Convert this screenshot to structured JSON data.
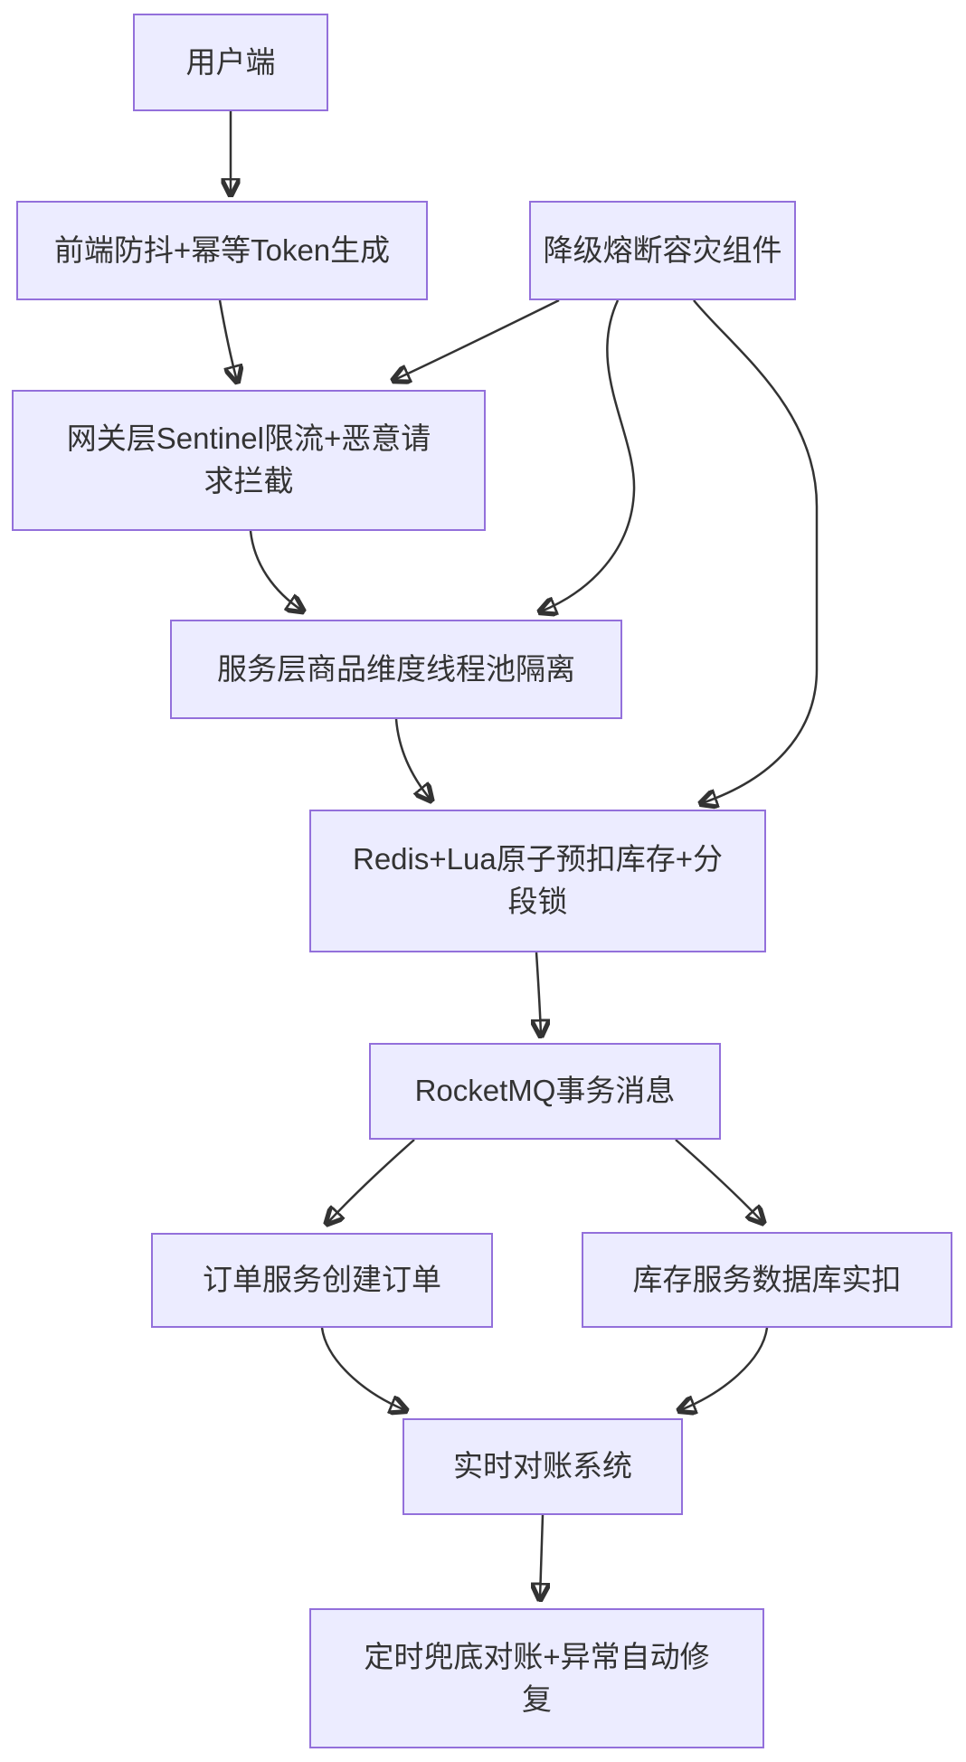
{
  "diagram": {
    "type": "flowchart",
    "direction": "top-down",
    "nodes": {
      "client": {
        "label": "用户端"
      },
      "debounce": {
        "label": "前端防抖+幂等Token生成"
      },
      "fallback": {
        "label": "降级熔断容灾组件"
      },
      "gateway": {
        "label": "网关层Sentinel限流+恶意请求拦截"
      },
      "service": {
        "label": "服务层商品维度线程池隔离"
      },
      "redis": {
        "label": "Redis+Lua原子预扣库存+分段锁"
      },
      "mq": {
        "label": "RocketMQ事务消息"
      },
      "order": {
        "label": "订单服务创建订单"
      },
      "stock": {
        "label": "库存服务数据库实扣"
      },
      "recon": {
        "label": "实时对账系统"
      },
      "repair": {
        "label": "定时兜底对账+异常自动修复"
      }
    },
    "edges": [
      {
        "from": "client",
        "to": "debounce"
      },
      {
        "from": "debounce",
        "to": "gateway"
      },
      {
        "from": "fallback",
        "to": "gateway"
      },
      {
        "from": "gateway",
        "to": "service"
      },
      {
        "from": "fallback",
        "to": "service"
      },
      {
        "from": "service",
        "to": "redis"
      },
      {
        "from": "fallback",
        "to": "redis"
      },
      {
        "from": "redis",
        "to": "mq"
      },
      {
        "from": "mq",
        "to": "order"
      },
      {
        "from": "mq",
        "to": "stock"
      },
      {
        "from": "order",
        "to": "recon"
      },
      {
        "from": "stock",
        "to": "recon"
      },
      {
        "from": "recon",
        "to": "repair"
      }
    ],
    "colors": {
      "node_fill": "#ECECFF",
      "node_border": "#9370DB",
      "edge_stroke": "#333333",
      "text": "#333333",
      "background": "#FFFFFF"
    }
  }
}
